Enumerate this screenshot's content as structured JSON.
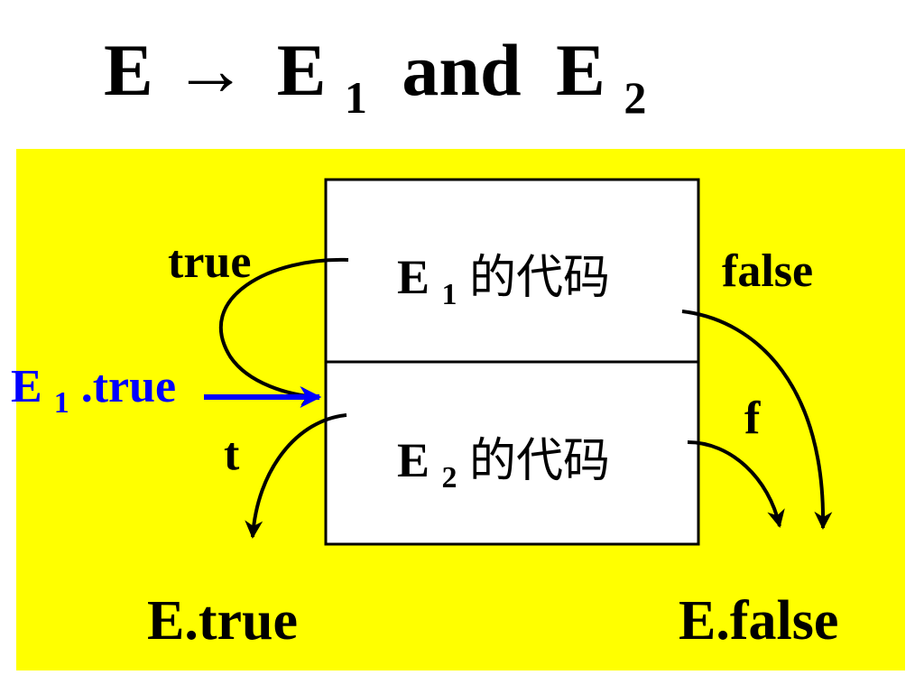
{
  "title": {
    "lhs": "E",
    "arrow": "→",
    "e1": "E",
    "e1_sub": "1",
    "op": "and",
    "e2": "E",
    "e2_sub": "2"
  },
  "diagram": {
    "box1": {
      "e": "E",
      "sub": "1",
      "label": "的代码"
    },
    "box2": {
      "e": "E",
      "sub": "2",
      "label": "的代码"
    },
    "label_true": "true",
    "label_false": "false",
    "label_t": "t",
    "label_f": "f",
    "e1true": {
      "e": "E",
      "sub": "1",
      "rest": ".true"
    },
    "out_true": "E.true",
    "out_false": "E.false"
  },
  "colors": {
    "background": "#ffff00",
    "box_fill": "#ffffff",
    "ink": "#000000",
    "highlight": "#0000ff"
  }
}
